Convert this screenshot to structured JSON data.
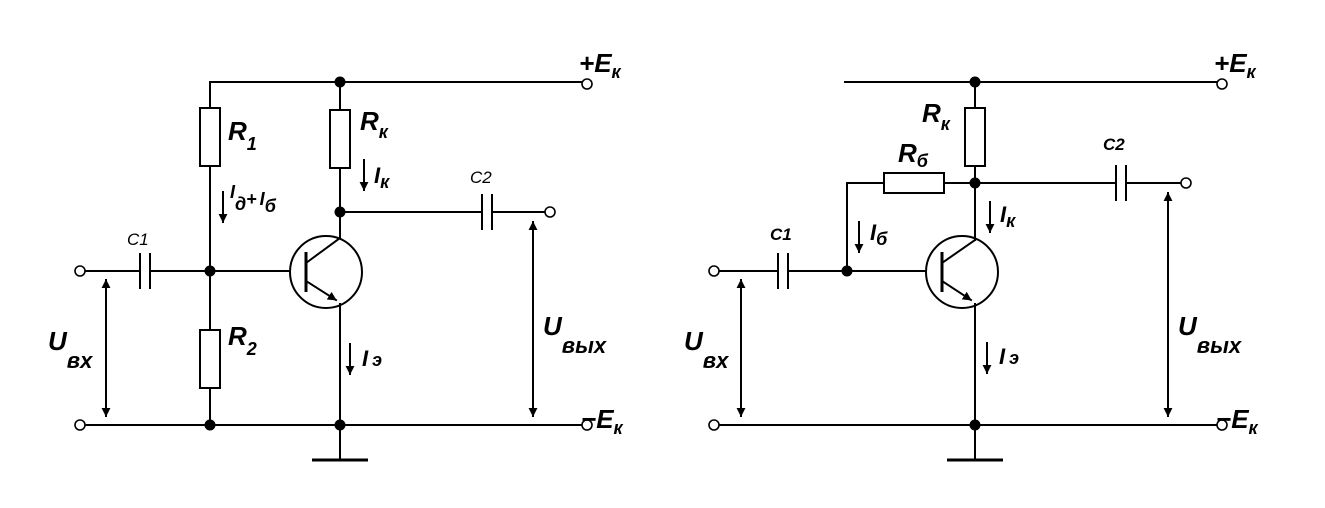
{
  "left_circuit": {
    "supply_plus": {
      "sign": "+",
      "main": "E",
      "sub": "к"
    },
    "supply_minus": {
      "sign": "−",
      "main": "E",
      "sub": "к"
    },
    "r1": {
      "main": "R",
      "sub": "1"
    },
    "r2": {
      "main": "R",
      "sub": "2"
    },
    "rk": {
      "main": "R",
      "sub": "к"
    },
    "c1": "C1",
    "c2": "C2",
    "ik": {
      "main": "I",
      "sub": "к"
    },
    "ie": {
      "main": "I",
      "sub": "э"
    },
    "idb": {
      "main1": "I",
      "sub1": "д",
      "plus": "+",
      "main2": "I",
      "sub2": "б"
    },
    "uin": {
      "main": "U",
      "sub": "вх"
    },
    "uout": {
      "main": "U",
      "sub": "вых"
    }
  },
  "right_circuit": {
    "supply_plus": {
      "sign": "+",
      "main": "E",
      "sub": "к"
    },
    "supply_minus": {
      "sign": "−",
      "main": "E",
      "sub": "к"
    },
    "rk": {
      "main": "R",
      "sub": "к"
    },
    "rb": {
      "main": "R",
      "sub": "б"
    },
    "c1": "C1",
    "c2": "C2",
    "ik": {
      "main": "I",
      "sub": "к"
    },
    "ib": {
      "main": "I",
      "sub": "б"
    },
    "ie": {
      "main": "I",
      "sub": "э"
    },
    "uin": {
      "main": "U",
      "sub": "вх"
    },
    "uout": {
      "main": "U",
      "sub": "вых"
    }
  }
}
